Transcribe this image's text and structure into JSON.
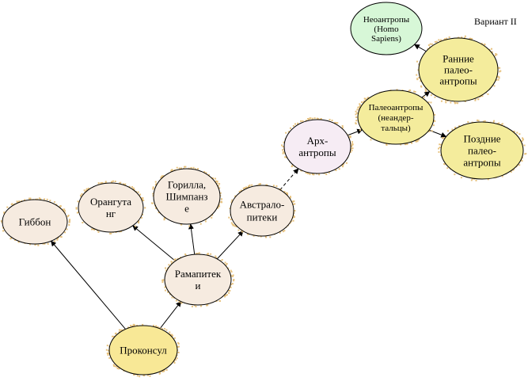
{
  "variant_label": "Вариант II",
  "colors": {
    "beige": "#f6ebe0",
    "yellow": "#f4ec9c",
    "proconsul": "#f8e896",
    "arch": "#f6ecf4",
    "neo": "#d7f7d7",
    "stroke": "#000000",
    "speckle": "#e7c27e"
  },
  "nodes": [
    {
      "id": "gibbon",
      "lines": [
        "Гиббон"
      ],
      "fill": "beige",
      "speckle": true
    },
    {
      "id": "orangutan",
      "lines": [
        "Орангута",
        "нг"
      ],
      "fill": "beige",
      "speckle": true
    },
    {
      "id": "gorilla",
      "lines": [
        "Горилла,",
        "Шимпанз",
        "е"
      ],
      "fill": "beige",
      "speckle": true
    },
    {
      "id": "australopithecus",
      "lines": [
        "Австрало-",
        "питеки"
      ],
      "fill": "beige",
      "speckle": true
    },
    {
      "id": "ramapithecus",
      "lines": [
        "Рамапитек",
        "и"
      ],
      "fill": "beige",
      "speckle": true
    },
    {
      "id": "proconsul",
      "lines": [
        "Проконсул"
      ],
      "fill": "proconsul",
      "speckle": true
    },
    {
      "id": "archanthropes",
      "lines": [
        "Арх-",
        "антропы"
      ],
      "fill": "arch",
      "speckle": true
    },
    {
      "id": "paleoanthropes",
      "lines": [
        "Палеоантропы",
        "(неандер-",
        "тальцы)"
      ],
      "fill": "yellow",
      "speckle": true
    },
    {
      "id": "early_paleo",
      "lines": [
        "Ранние",
        "палео-",
        "антропы"
      ],
      "fill": "yellow",
      "speckle": true
    },
    {
      "id": "late_paleo",
      "lines": [
        "Поздние",
        "палео-",
        "антропы"
      ],
      "fill": "yellow",
      "speckle": true
    },
    {
      "id": "neoanthropes",
      "lines": [
        "Неоантропы",
        "(Homo",
        "Sapiens)"
      ],
      "fill": "neo",
      "speckle": false
    }
  ],
  "edges": [
    {
      "from": "proconsul",
      "to": "gibbon",
      "style": "solid"
    },
    {
      "from": "proconsul",
      "to": "ramapithecus",
      "style": "solid"
    },
    {
      "from": "ramapithecus",
      "to": "orangutan",
      "style": "solid"
    },
    {
      "from": "ramapithecus",
      "to": "gorilla",
      "style": "solid"
    },
    {
      "from": "ramapithecus",
      "to": "australopithecus",
      "style": "solid"
    },
    {
      "from": "australopithecus",
      "to": "archanthropes",
      "style": "dashed"
    },
    {
      "from": "archanthropes",
      "to": "paleoanthropes",
      "style": "solid"
    },
    {
      "from": "paleoanthropes",
      "to": "early_paleo",
      "style": "solid"
    },
    {
      "from": "paleoanthropes",
      "to": "late_paleo",
      "style": "solid"
    },
    {
      "from": "early_paleo",
      "to": "neoanthropes",
      "style": "solid"
    }
  ]
}
